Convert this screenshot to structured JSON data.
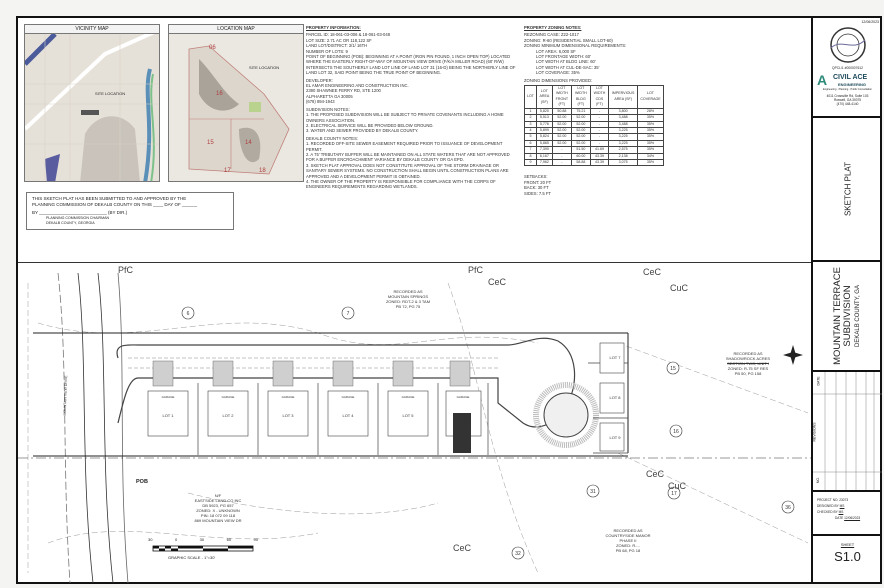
{
  "vicinity_map": {
    "title": "VICINITY MAP",
    "label": "SITE LOCATION"
  },
  "location_map": {
    "title": "LOCATION MAP",
    "label": "SITE LOCATION",
    "districts": [
      "06",
      "16",
      "15",
      "14",
      "17",
      "18"
    ]
  },
  "property_info": {
    "heading": "PROPERTY INFORMATION:",
    "lines": [
      "PARCEL ID: 18-061-03-006 & 18-061-03-048",
      "LOT SIZE: 2.71 AC OR 118,122 SF",
      "LAND LOT/DISTRICT: 3/1/ 16TH",
      "NUMBER OF LOTS: 9"
    ],
    "pob": "POINT OF BEGINNING (POB): BEGINNING AT A POINT (IRON PIN FOUND, 1 INCH OPEN TOP) LOCATED WHERE THE EASTERLY RIGHT-OF-WAY OF MOUNTAIN VIEW DRIVE (F/K/A MILLER ROAD) (60' R/W) INTERSECTS THE SOUTHERLY LAND LOT LINE OF LAND LOT 31 (16-D) BEING THE NORTHERLY LINE OF LAND LOT 32, SAID POINT BEING THE TRUE POINT OF BEGINNING.",
    "developer_heading": "DEVELOPER:",
    "developer": [
      "EL AMAR ENGINEERING AND CONSTRUCTION INC.",
      "2390 SHAWNEE FERRY RD, STE 1200",
      "ALPHARETTA GA 30005",
      "(678) 894-1943"
    ],
    "subdivision_heading": "SUBDIVISION NOTES:",
    "subdivision_notes": [
      "1. THE PROPOSED SUBDIVISION WILL BE SUBJECT TO PRIVATE COVENANTS INCLUDING A HOME OWNERS ASSOCIATION.",
      "2. ELECTRICAL SERVICE WILL BE PROVIDED BELOW GROUND.",
      "3. WATER AND SEWER PROVIDED BY DEKALB COUNTY."
    ],
    "dekalb_heading": "DEKALB COUNTY NOTES:",
    "dekalb_notes": [
      "1. RECORDED OFF-SITE SEWER EASEMENT REQUIRED PRIOR TO ISSUANCE OF DEVELOPMENT PERMIT.",
      "2. A 75' TRIBUTARY BUFFER WILL BE MAINTAINED ON ALL STATE WATERS THAT ARE NOT APPROVED FOR A BUFFER ENCROACHMENT VARIANCE BY DEKALB COUNTY OR GA EPD.",
      "3. SKETCH PLAT APPROVAL DOES NOT CONSTITUTE APPROVAL OF THE STORM DRAINAGE OR SANITARY SEWER SYSTEMS. NO CONSTRUCTION SHALL BEGIN UNTIL CONSTRUCTION PLANS ARE APPROVED AND A DEVELOPMENT PERMIT IS OBTAINED.",
      "4. THE OWNER OF THE PROPERTY IS RESPONSIBLE FOR COMPLIANCE WITH THE CORPS OF ENGINEERS REQUIREMENTS REGARDING WETLANDS."
    ]
  },
  "zoning": {
    "heading": "PROPERTY ZONING NOTES:",
    "lines": [
      "REZONING CASE: Z22-1017",
      "ZONING: R-60 (RESIDENTIAL SMALL LOT-60)",
      "ZONING MINIMUM DIMENSIONAL REQUIREMENTS:"
    ],
    "requirements": [
      "LOT AREA: 6,000 SF",
      "LOT FRONTAGE WIDTH: 60'",
      "LOT WIDTH AT BLDG LINE: 60'",
      "LOT WIDTH AT CUL-DE-SAC: 35'",
      "LOT COVERAGE: 35%"
    ],
    "table_heading": "ZONING DIMENSIONS PROVIDED:",
    "columns": [
      "LOT",
      "LOT AREA (SF)",
      "LOT WIDTH FRONT (FT)",
      "LOT WIDTH BLDG (FT)",
      "LOT WIDTH CDS (FT)",
      "IMPERVIOUS AREA (SF)",
      "LOT COVERAGE"
    ],
    "rows": [
      [
        "1",
        "5,820",
        "50.88",
        "75.21",
        "-",
        "3,800",
        "28%"
      ],
      [
        "2",
        "5,513",
        "52.00",
        "52.00",
        "-",
        "3,488",
        "35%"
      ],
      [
        "3",
        "5,776",
        "52.00",
        "52.00",
        "-",
        "3,488",
        "35%"
      ],
      [
        "4",
        "5,899",
        "52.00",
        "52.00",
        "-",
        "3,225",
        "35%"
      ],
      [
        "5",
        "5,824",
        "52.00",
        "52.00",
        "-",
        "3,225",
        "35%"
      ],
      [
        "6",
        "5,865",
        "52.00",
        "52.00",
        "-",
        "3,225",
        "35%"
      ],
      [
        "7",
        "7,390",
        "-",
        "51.50",
        "41.69",
        "2,575",
        "35%"
      ],
      [
        "8",
        "6,167",
        "-",
        "60.00",
        "43.39",
        "2,138",
        "34%"
      ],
      [
        "9",
        "7,962",
        "-",
        "58.88",
        "43.39",
        "3,075",
        "35%"
      ]
    ],
    "setbacks_heading": "SETBACKS:",
    "setbacks": [
      "FRONT: 20 FT",
      "BACK: 30 FT",
      "SIDES: 7.5 FT"
    ]
  },
  "approval": {
    "line1": "THIS SKETCH PLAT HAS BEEN SUBMITTED TO AND APPROVED BY THE",
    "line2": "PLANNING COMMISSION OF DEKALB COUNTY ON THIS ____ DAY OF ______",
    "by": "BY ___________________________ (BY DIR.)",
    "sig1": "PLANNING COMMISSION CHAIRMAN",
    "sig2": "DEKALB COUNTY, GEORGIA"
  },
  "title_block": {
    "date": "12/06/2023",
    "seal_text": "GEORGIA REGISTERED PROFESSIONAL ENGINEER",
    "seal_number": "QPCL/1 #000007612",
    "company": "CIVIL ACE",
    "company_sub": "ENGINEERING",
    "tagline": "Engineering · Planning · Public Consultation",
    "address": [
      "4011 Crossville Rd, Suite 103",
      "Roswell, GA 30075",
      "(470) 448-4140"
    ],
    "sheet_type": "SKETCH PLAT",
    "project_title_1": "MOUNTAIN TERRACE",
    "project_title_2": "SUBDIVISION",
    "project_location": "DEKALB COUNTY, GA",
    "revisions_headers": {
      "no": "NO.",
      "revisions": "REVISIONS",
      "date": "DATE"
    },
    "project_no_label": "PROJECT NO.",
    "project_no": "23073",
    "designed_by_label": "DESIGNED BY",
    "designed_by": "MS",
    "checked_by_label": "CHECKED BY",
    "checked_by": "MS",
    "date_label": "DATE",
    "date_value": "12/06/2023",
    "sheet_label": "SHEET",
    "sheet_number": "S1.0"
  },
  "plan": {
    "soils": [
      "PfC",
      "PfC",
      "CeC",
      "CeC",
      "CuC",
      "CeC",
      "CuC",
      "CeC"
    ],
    "mountain_springs": [
      "RECORDED AS",
      "MOUNTAIN SPRINGS",
      "ZONED: RDT-2 & 3 TAM",
      "PB 72, PG 75"
    ],
    "shadowrock": [
      "RECORDED AS",
      "SHADOWROCK ACRES",
      "SECTION TWO, UNIT I",
      "ZONED: R-75 SF RES",
      "PB 50, PG 158"
    ],
    "countryside": [
      "RECORDED AS",
      "COUNTRYSIDE MANOR",
      "PHASE II",
      "ZONED: R-...",
      "PB 68, PG 18"
    ],
    "eastside": [
      "N/F",
      "EASTSIDE LAND CO INC",
      "DB 5923, PG 657",
      "ZONED: X - UNKNOWN",
      "PIN: 18 072 09 118",
      "869 MOUNTAIN VIEW DR"
    ],
    "road": "MOUNTAIN VIEW DRIVE",
    "pob": "POB",
    "parcels": [
      "6",
      "7",
      "15",
      "16",
      "17",
      "31",
      "32",
      "36"
    ],
    "lots": [
      "LOT 1",
      "LOT 2",
      "LOT 3",
      "LOT 4",
      "LOT 5",
      "LOT 6",
      "LOT 7",
      "LOT 8",
      "LOT 9"
    ],
    "garage": "GARAGE",
    "scale_ticks": [
      "30",
      "0",
      "30",
      "60",
      "90"
    ],
    "scale_label": "GRAPHIC SCALE - 1\"=30'"
  }
}
